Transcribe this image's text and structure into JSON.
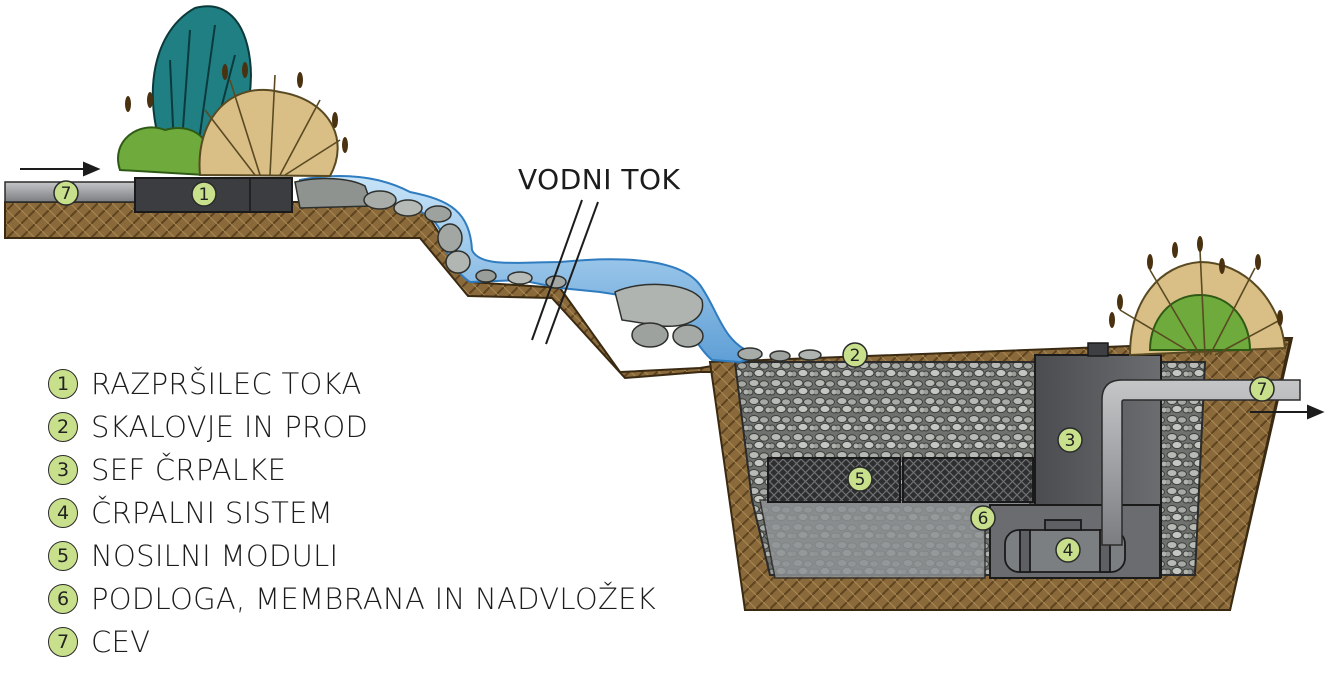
{
  "title": "VODNI TOK",
  "legend": [
    {
      "num": "1",
      "label": "RAZPRŠILEC TOKA"
    },
    {
      "num": "2",
      "label": "SKALOVJE IN PROD"
    },
    {
      "num": "3",
      "label": "SEF ČRPALKE"
    },
    {
      "num": "4",
      "label": "ČRPALNI SISTEM"
    },
    {
      "num": "5",
      "label": "NOSILNI MODULI"
    },
    {
      "num": "6",
      "label": "PODLOGA, MEMBRANA IN NADVLOŽEK"
    },
    {
      "num": "7",
      "label": "CEV"
    }
  ],
  "markers": {
    "pipe_in": "7",
    "spreader": "1",
    "gravel": "2",
    "vault": "3",
    "pump": "4",
    "modules": "5",
    "liner": "6",
    "pipe_out": "7"
  },
  "colors": {
    "soil": "#8a6a3a",
    "soil_dark": "#5e4420",
    "water": "#8fc4ec",
    "water_edge": "#2f7cc0",
    "stone": "#a4a8a4",
    "vault": "#55575a",
    "pipe": "#9a9c9e",
    "badge": "#c8e08c",
    "plant_green": "#6faa3c",
    "plant_teal": "#1f7f83",
    "plant_tan": "#d9be86"
  }
}
